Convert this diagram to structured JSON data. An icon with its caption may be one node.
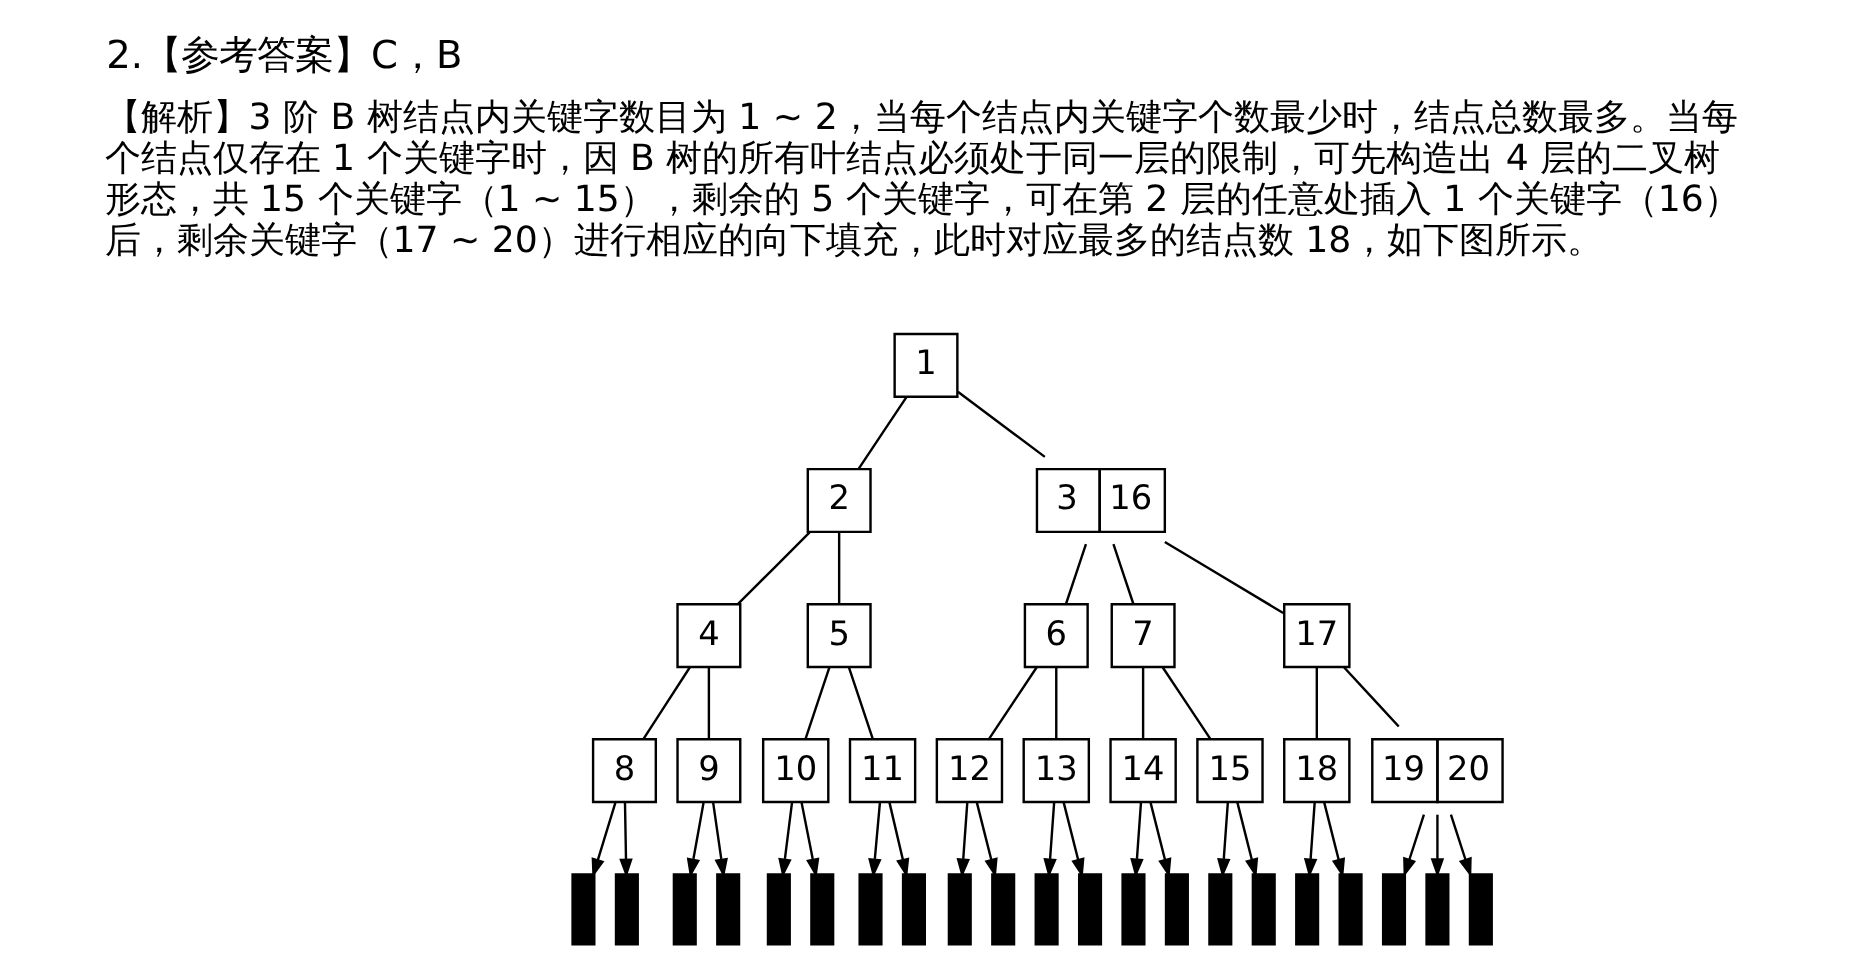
{
  "diagram": {
    "title": "2.【参考答案】C，B",
    "nodes": [
      {
        "text": [
          "1"
        ]
      },
      {
        "text": [
          "2"
        ]
      },
      {
        "text": [
          "3",
          "16"
        ]
      },
      {
        "text": [
          "4"
        ]
      },
      {
        "text": [
          "5"
        ]
      },
      {
        "text": [
          "6"
        ]
      },
      {
        "text": [
          "7"
        ]
      },
      {
        "text": [
          "17"
        ]
      },
      {
        "text": [
          "8"
        ]
      },
      {
        "text": [
          "9"
        ]
      },
      {
        "text": [
          "10"
        ]
      },
      {
        "text": [
          "11"
        ]
      },
      {
        "text": [
          "12"
        ]
      },
      {
        "text": [
          "13"
        ]
      },
      {
        "text": [
          "14"
        ]
      },
      {
        "text": [
          "15"
        ]
      },
      {
        "text": [
          "18"
        ]
      },
      {
        "text": [
          "19",
          "20"
        ]
      },
      {
        "text": [],
        "shape": "bar"
      },
      {
        "text": [],
        "shape": "bar"
      },
      {
        "text": [],
        "shape": "bar"
      },
      {
        "text": [],
        "shape": "bar"
      },
      {
        "text": [],
        "shape": "bar"
      },
      {
        "text": [],
        "shape": "bar"
      },
      {
        "text": [],
        "shape": "bar"
      },
      {
        "text": [],
        "shape": "bar"
      },
      {
        "text": [],
        "shape": "bar"
      },
      {
        "text": [],
        "shape": "bar"
      },
      {
        "text": [],
        "shape": "bar"
      },
      {
        "text": [],
        "shape": "bar"
      },
      {
        "text": [],
        "shape": "bar"
      },
      {
        "text": [],
        "shape": "bar"
      },
      {
        "text": [],
        "shape": "bar"
      },
      {
        "text": [],
        "shape": "bar"
      },
      {
        "text": [],
        "shape": "bar"
      },
      {
        "text": [],
        "shape": "bar"
      },
      {
        "text": [],
        "shape": "bar"
      },
      {
        "text": [],
        "shape": "bar"
      },
      {
        "text": [],
        "shape": "bar"
      }
    ],
    "edges": [
      {
        "from": 0,
        "to": 1,
        "arrow": "none"
      },
      {
        "from": 0,
        "to": 2,
        "arrow": "none"
      },
      {
        "from": 1,
        "to": 3,
        "arrow": "none"
      },
      {
        "from": 1,
        "to": 4,
        "arrow": "none"
      },
      {
        "from": 2,
        "to": 5,
        "arrow": "none"
      },
      {
        "from": 2,
        "to": 6,
        "arrow": "none"
      },
      {
        "from": 2,
        "to": 7,
        "arrow": "none"
      },
      {
        "from": 3,
        "to": 8,
        "arrow": "none"
      },
      {
        "from": 3,
        "to": 9,
        "arrow": "none"
      },
      {
        "from": 4,
        "to": 10,
        "arrow": "none"
      },
      {
        "from": 4,
        "to": 11,
        "arrow": "none"
      },
      {
        "from": 5,
        "to": 12,
        "arrow": "none"
      },
      {
        "from": 5,
        "to": 13,
        "arrow": "none"
      },
      {
        "from": 6,
        "to": 14,
        "arrow": "none"
      },
      {
        "from": 6,
        "to": 15,
        "arrow": "none"
      },
      {
        "from": 7,
        "to": 16,
        "arrow": "none"
      },
      {
        "from": 7,
        "to": 17,
        "arrow": "none"
      },
      {
        "from": 8,
        "to": 18,
        "arrow": "to"
      },
      {
        "from": 8,
        "to": 19,
        "arrow": "to"
      },
      {
        "from": 9,
        "to": 20,
        "arrow": "to"
      },
      {
        "from": 9,
        "to": 21,
        "arrow": "to"
      },
      {
        "from": 10,
        "to": 22,
        "arrow": "to"
      },
      {
        "from": 10,
        "to": 23,
        "arrow": "to"
      },
      {
        "from": 11,
        "to": 24,
        "arrow": "to"
      },
      {
        "from": 11,
        "to": 25,
        "arrow": "to"
      },
      {
        "from": 12,
        "to": 26,
        "arrow": "to"
      },
      {
        "from": 12,
        "to": 27,
        "arrow": "to"
      },
      {
        "from": 13,
        "to": 28,
        "arrow": "to"
      },
      {
        "from": 13,
        "to": 29,
        "arrow": "to"
      },
      {
        "from": 14,
        "to": 30,
        "arrow": "to"
      },
      {
        "from": 14,
        "to": 31,
        "arrow": "to"
      },
      {
        "from": 15,
        "to": 32,
        "arrow": "to"
      },
      {
        "from": 15,
        "to": 33,
        "arrow": "to"
      },
      {
        "from": 16,
        "to": 34,
        "arrow": "to"
      },
      {
        "from": 16,
        "to": 35,
        "arrow": "to"
      },
      {
        "from": 17,
        "to": 36,
        "arrow": "to"
      },
      {
        "from": 17,
        "to": 37,
        "arrow": "to"
      },
      {
        "from": 17,
        "to": 38,
        "arrow": "to"
      }
    ],
    "labels": [
      "【解析】3 阶 B 树结点内关键字数目为 1 ~ 2，当每个结点内关键字个数最少时，结点总数最多。当每个结点仅存在 1 个关键字时，因 B 树的所有叶结点必须处于同一层的限制，可先构造出 4 层的二叉树形态，共 15 个关键字（1 ~ 15），剩余的 5 个关键字，可在第 2 层的任意处插入 1 个关键字（16）后，剩余关键字（17 ~ 20）进行相应的向下填充，此时对应最多的结点数 18，如下图所示。"
    ]
  }
}
